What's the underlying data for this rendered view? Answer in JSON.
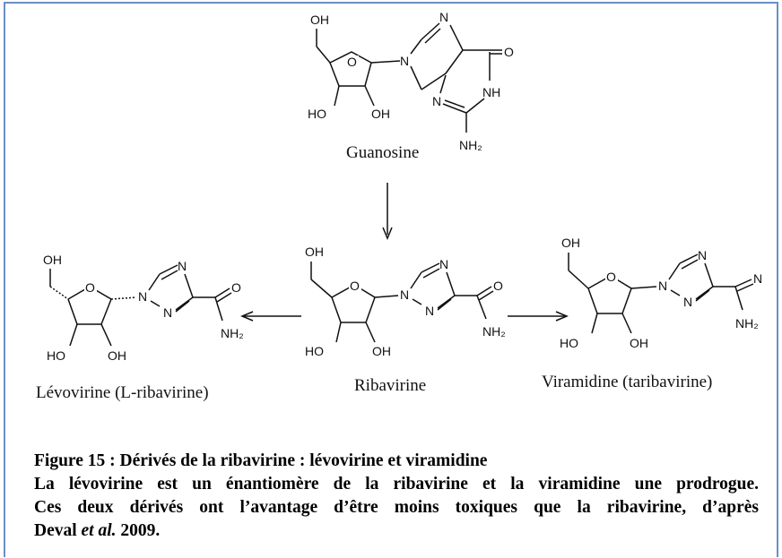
{
  "labels": {
    "guanosine": "Guanosine",
    "ribavirine": "Ribavirine",
    "levovirine": "Lévovirine (L-ribavirine)",
    "viramidine": "Viramidine (taribavirine)"
  },
  "atoms": {
    "oh": "OH",
    "ho": "HO",
    "o": "O",
    "n": "N",
    "nh": "NH",
    "nh2": "NH₂"
  },
  "caption": {
    "title": "Figure 15 :  Dérivés de la ribavirine : lévovirine et viramidine",
    "line1": "La lévovirine est un énantiomère de la ribavirine et la viramidine une prodrogue.",
    "line2": "Ces deux dérivés ont l’avantage d’être moins toxiques que la ribavirine, d’après",
    "line3_prefix": "Deval ",
    "line3_italic": "et al.",
    "line3_suffix": " 2009."
  }
}
